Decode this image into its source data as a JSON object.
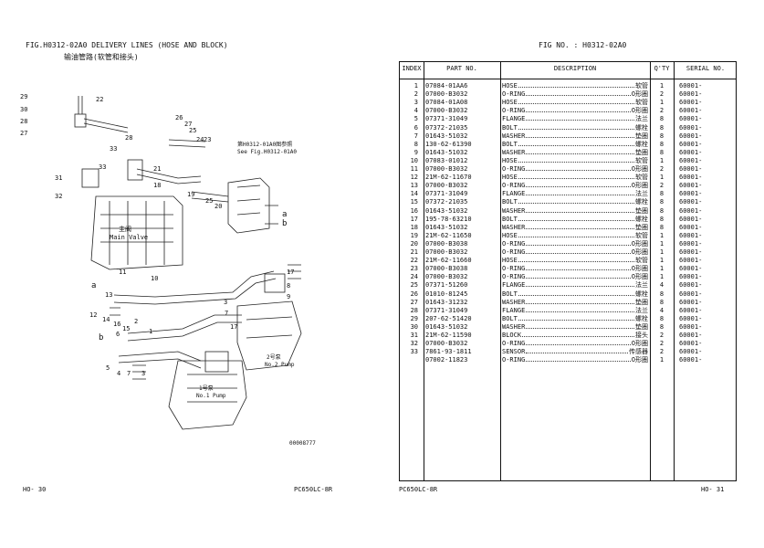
{
  "left_page": {
    "fig_title": "FIG.H0312-02A0 DELIVERY LINES (HOSE AND BLOCK)",
    "fig_subtitle": "输油管路(软管和接头)",
    "footer_left": "HO-   30",
    "footer_right": "PC650LC-8R",
    "drawing_number": "00008777",
    "diagram_labels": {
      "main_valve_cn": "主阀",
      "main_valve_en": "Main Valve",
      "see_fig_cn": "第H0312-01A0图参照",
      "see_fig_en": "See Fig.H0312-01A0",
      "pump2_cn": "2号泵",
      "pump2_en": "No.2 Pump",
      "pump1_cn": "1号泵",
      "pump1_en": "No.1 Pump",
      "a": "a",
      "b": "b",
      "callouts": [
        "29",
        "30",
        "28",
        "27",
        "22",
        "26",
        "27",
        "25",
        "24",
        "23",
        "28",
        "33",
        "33",
        "31",
        "32",
        "21",
        "18",
        "19",
        "25",
        "20",
        "17",
        "8",
        "9",
        "10",
        "12",
        "11",
        "13",
        "14",
        "16",
        "15",
        "2",
        "1",
        "6",
        "7",
        "3",
        "5",
        "4",
        "17",
        "7",
        "3"
      ]
    }
  },
  "right_page": {
    "fig_no": "FIG NO. : H0312-02A0",
    "footer_left": "PC650LC-8R",
    "footer_right": "HO-   31",
    "table": {
      "headers": [
        "INDEX",
        "PART  NO.",
        "DESCRIPTION",
        "Q'TY",
        "SERIAL NO."
      ],
      "rows": [
        {
          "index": "1",
          "part": "07084-01AA6",
          "desc_en": "HOSE",
          "desc_cn": "软管",
          "qty": "1",
          "serial": "60001-"
        },
        {
          "index": "2",
          "part": "07000-B3032",
          "desc_en": "O-RING",
          "desc_cn": "O形圈",
          "qty": "2",
          "serial": "60001-"
        },
        {
          "index": "3",
          "part": "07084-01A08",
          "desc_en": "HOSE",
          "desc_cn": "软管",
          "qty": "1",
          "serial": "60001-"
        },
        {
          "index": "4",
          "part": "07000-B3032",
          "desc_en": "O-RING",
          "desc_cn": "O形圈",
          "qty": "2",
          "serial": "60001-"
        },
        {
          "index": "5",
          "part": "07371-31049",
          "desc_en": "FLANGE",
          "desc_cn": "法兰",
          "qty": "8",
          "serial": "60001-"
        },
        {
          "index": "6",
          "part": "07372-21035",
          "desc_en": "BOLT",
          "desc_cn": "螺栓",
          "qty": "8",
          "serial": "60001-"
        },
        {
          "index": "7",
          "part": "01643-51032",
          "desc_en": "WASHER",
          "desc_cn": "垫圈",
          "qty": "8",
          "serial": "60001-"
        },
        {
          "index": "8",
          "part": "130-62-61390",
          "desc_en": "BOLT",
          "desc_cn": "螺栓",
          "qty": "8",
          "serial": "60001-"
        },
        {
          "index": "9",
          "part": "01643-51032",
          "desc_en": "WASHER",
          "desc_cn": "垫圈",
          "qty": "8",
          "serial": "60001-"
        },
        {
          "index": "10",
          "part": "07083-01012",
          "desc_en": "HOSE",
          "desc_cn": "软管",
          "qty": "1",
          "serial": "60001-"
        },
        {
          "index": "11",
          "part": "07000-B3032",
          "desc_en": "O-RING",
          "desc_cn": "O形圈",
          "qty": "2",
          "serial": "60001-"
        },
        {
          "index": "12",
          "part": "21M-62-11670",
          "desc_en": "HOSE",
          "desc_cn": "软管",
          "qty": "1",
          "serial": "60001-"
        },
        {
          "index": "13",
          "part": "07000-B3032",
          "desc_en": "O-RING",
          "desc_cn": "O形圈",
          "qty": "2",
          "serial": "60001-"
        },
        {
          "index": "14",
          "part": "07371-31049",
          "desc_en": "FLANGE",
          "desc_cn": "法兰",
          "qty": "8",
          "serial": "60001-"
        },
        {
          "index": "15",
          "part": "07372-21035",
          "desc_en": "BOLT",
          "desc_cn": "螺栓",
          "qty": "8",
          "serial": "60001-"
        },
        {
          "index": "16",
          "part": "01643-51032",
          "desc_en": "WASHER",
          "desc_cn": "垫圈",
          "qty": "8",
          "serial": "60001-"
        },
        {
          "index": "17",
          "part": "195-78-63210",
          "desc_en": "BOLT",
          "desc_cn": "螺栓",
          "qty": "8",
          "serial": "60001-"
        },
        {
          "index": "18",
          "part": "01643-51032",
          "desc_en": "WASHER",
          "desc_cn": "垫圈",
          "qty": "8",
          "serial": "60001-"
        },
        {
          "index": "19",
          "part": "21M-62-11650",
          "desc_en": "HOSE",
          "desc_cn": "软管",
          "qty": "1",
          "serial": "60001-"
        },
        {
          "index": "20",
          "part": "07000-B3038",
          "desc_en": "O-RING",
          "desc_cn": "O形圈",
          "qty": "1",
          "serial": "60001-"
        },
        {
          "index": "21",
          "part": "07000-B3032",
          "desc_en": "O-RING",
          "desc_cn": "O形圈",
          "qty": "1",
          "serial": "60001-"
        },
        {
          "index": "22",
          "part": "21M-62-11660",
          "desc_en": "HOSE",
          "desc_cn": "软管",
          "qty": "1",
          "serial": "60001-"
        },
        {
          "index": "23",
          "part": "07000-B3038",
          "desc_en": "O-RING",
          "desc_cn": "O形圈",
          "qty": "1",
          "serial": "60001-"
        },
        {
          "index": "24",
          "part": "07000-B3032",
          "desc_en": "O-RING",
          "desc_cn": "O形圈",
          "qty": "1",
          "serial": "60001-"
        },
        {
          "index": "25",
          "part": "07371-51260",
          "desc_en": "FLANGE",
          "desc_cn": "法兰",
          "qty": "4",
          "serial": "60001-"
        },
        {
          "index": "26",
          "part": "01010-81245",
          "desc_en": "BOLT",
          "desc_cn": "螺栓",
          "qty": "8",
          "serial": "60001-"
        },
        {
          "index": "27",
          "part": "01643-31232",
          "desc_en": "WASHER",
          "desc_cn": "垫圈",
          "qty": "8",
          "serial": "60001-"
        },
        {
          "index": "28",
          "part": "07371-31049",
          "desc_en": "FLANGE",
          "desc_cn": "法兰",
          "qty": "4",
          "serial": "60001-"
        },
        {
          "index": "29",
          "part": "207-62-51420",
          "desc_en": "BOLT",
          "desc_cn": "螺栓",
          "qty": "8",
          "serial": "60001-"
        },
        {
          "index": "30",
          "part": "01643-51032",
          "desc_en": "WASHER",
          "desc_cn": "垫圈",
          "qty": "8",
          "serial": "60001-"
        },
        {
          "index": "31",
          "part": "21M-62-11590",
          "desc_en": "BLOCK",
          "desc_cn": "接头",
          "qty": "2",
          "serial": "60001-"
        },
        {
          "index": "32",
          "part": "07000-B3032",
          "desc_en": "O-RING",
          "desc_cn": "O形圈",
          "qty": "2",
          "serial": "60001-"
        },
        {
          "index": "33",
          "part": "7861-93-1811",
          "desc_en": "SENSOR",
          "desc_cn": "传感器",
          "qty": "2",
          "serial": "60001-"
        },
        {
          "index": "",
          "part": "07002-11823",
          "desc_en": " O-RING",
          "desc_cn": "O形圈",
          "qty": "1",
          "serial": "60001-"
        }
      ]
    }
  }
}
